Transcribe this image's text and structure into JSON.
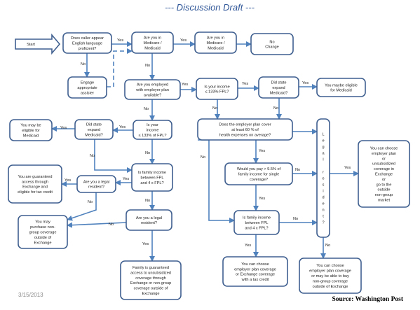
{
  "title": "--- Discussion Draft ---",
  "date": "3/15/2013",
  "source": "Source: Washington Post",
  "colors": {
    "title": "#2e5597",
    "border": "#3f5f8f",
    "arrow": "#4f81bd"
  },
  "labels": {
    "yes": "Yes",
    "no": "No"
  },
  "nodes": {
    "start": "Start",
    "english": [
      "Does caller  appear",
      "English language",
      "proficient?"
    ],
    "assister": [
      "Engage",
      "appropriate",
      "assister"
    ],
    "medicare1": [
      "Are you in",
      "Medicare /",
      "Medicaid"
    ],
    "medicare2": [
      "Are you in",
      "Medicare /",
      "Medicaid"
    ],
    "no_change": [
      "No",
      "Change"
    ],
    "employed": [
      "Are you employed",
      "with employer plan",
      "available?"
    ],
    "income_133_a": [
      "Is your income",
      "≤ 133% FPL?"
    ],
    "expand_a": [
      "Did state",
      "expand",
      "Medicaid?"
    ],
    "maybe_medicaid_a": [
      "You maybe eligible",
      "for  Medicaid"
    ],
    "income_133_b": [
      "Is your",
      "income",
      "≤ 133% of FPL?"
    ],
    "expand_b": [
      "Did state",
      "expand",
      "Medicaid?"
    ],
    "maybe_medicaid_b": [
      "You may be",
      "eligible for",
      "Medicaid"
    ],
    "guaranteed_credit": [
      "You are guaranteed",
      "access through",
      "Exchange and",
      "eligible for tax credit"
    ],
    "legal_a": [
      "Are you a legal",
      "resident?"
    ],
    "fam_income_a": [
      "Is family income",
      "between FPL",
      "and 4 x FPL?"
    ],
    "legal_b": [
      "Are you a legal",
      "resident?"
    ],
    "purchase_nongroup": [
      "You may",
      "purchase non-",
      "group coverage",
      "outside of",
      "Exchange"
    ],
    "fam_guaranteed": [
      "Family is guaranteed",
      "access to unsubsidized",
      "coverage through",
      "Exchange or non-group",
      "coverage outside of",
      "Exchange"
    ],
    "covers_60": [
      "Does the employer plan cover",
      "at least 60 % of",
      "health expenses on average?"
    ],
    "pay_95": [
      "Would you pay > 9.5% of",
      "family income for single",
      "coverage?"
    ],
    "fam_income_b": [
      "Is family income",
      "between FPL",
      "and 4 x FPL?"
    ],
    "choose_credit": [
      "You can choose",
      "employer plan coverage",
      "or Exchange coverage",
      "with a tax credit"
    ],
    "choose_unsub": [
      "You can choose",
      "employer plan coverage",
      "or may be able to buy",
      "non-group coverage",
      "outside of Exchange"
    ],
    "legal_vertical": [
      "L",
      "e",
      "g",
      "a",
      "l",
      "",
      "r",
      "e",
      "s",
      "i",
      "d",
      "e",
      "n",
      "t",
      "?"
    ],
    "choose_right": [
      "You can choose",
      "employer plan",
      "or",
      "unsubsidized",
      "coverage in",
      "Exchange",
      "or",
      "go to the",
      "outside",
      "non-group",
      "market"
    ]
  }
}
